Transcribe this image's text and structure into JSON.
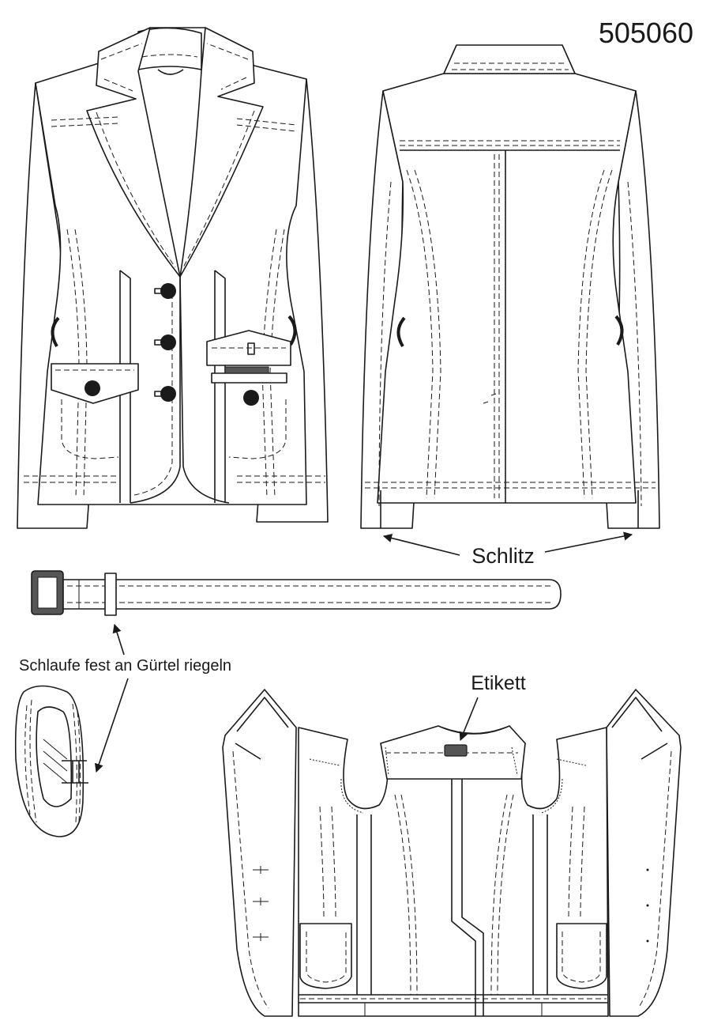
{
  "article_number": "505060",
  "labels": {
    "slit": "Schlitz",
    "belt_loop_note": "Schlaufe fest an Gürtel riegeln",
    "label_tag": "Etikett"
  },
  "colors": {
    "line": "#1a1a1a",
    "buckle": "#555555",
    "background": "#ffffff"
  }
}
